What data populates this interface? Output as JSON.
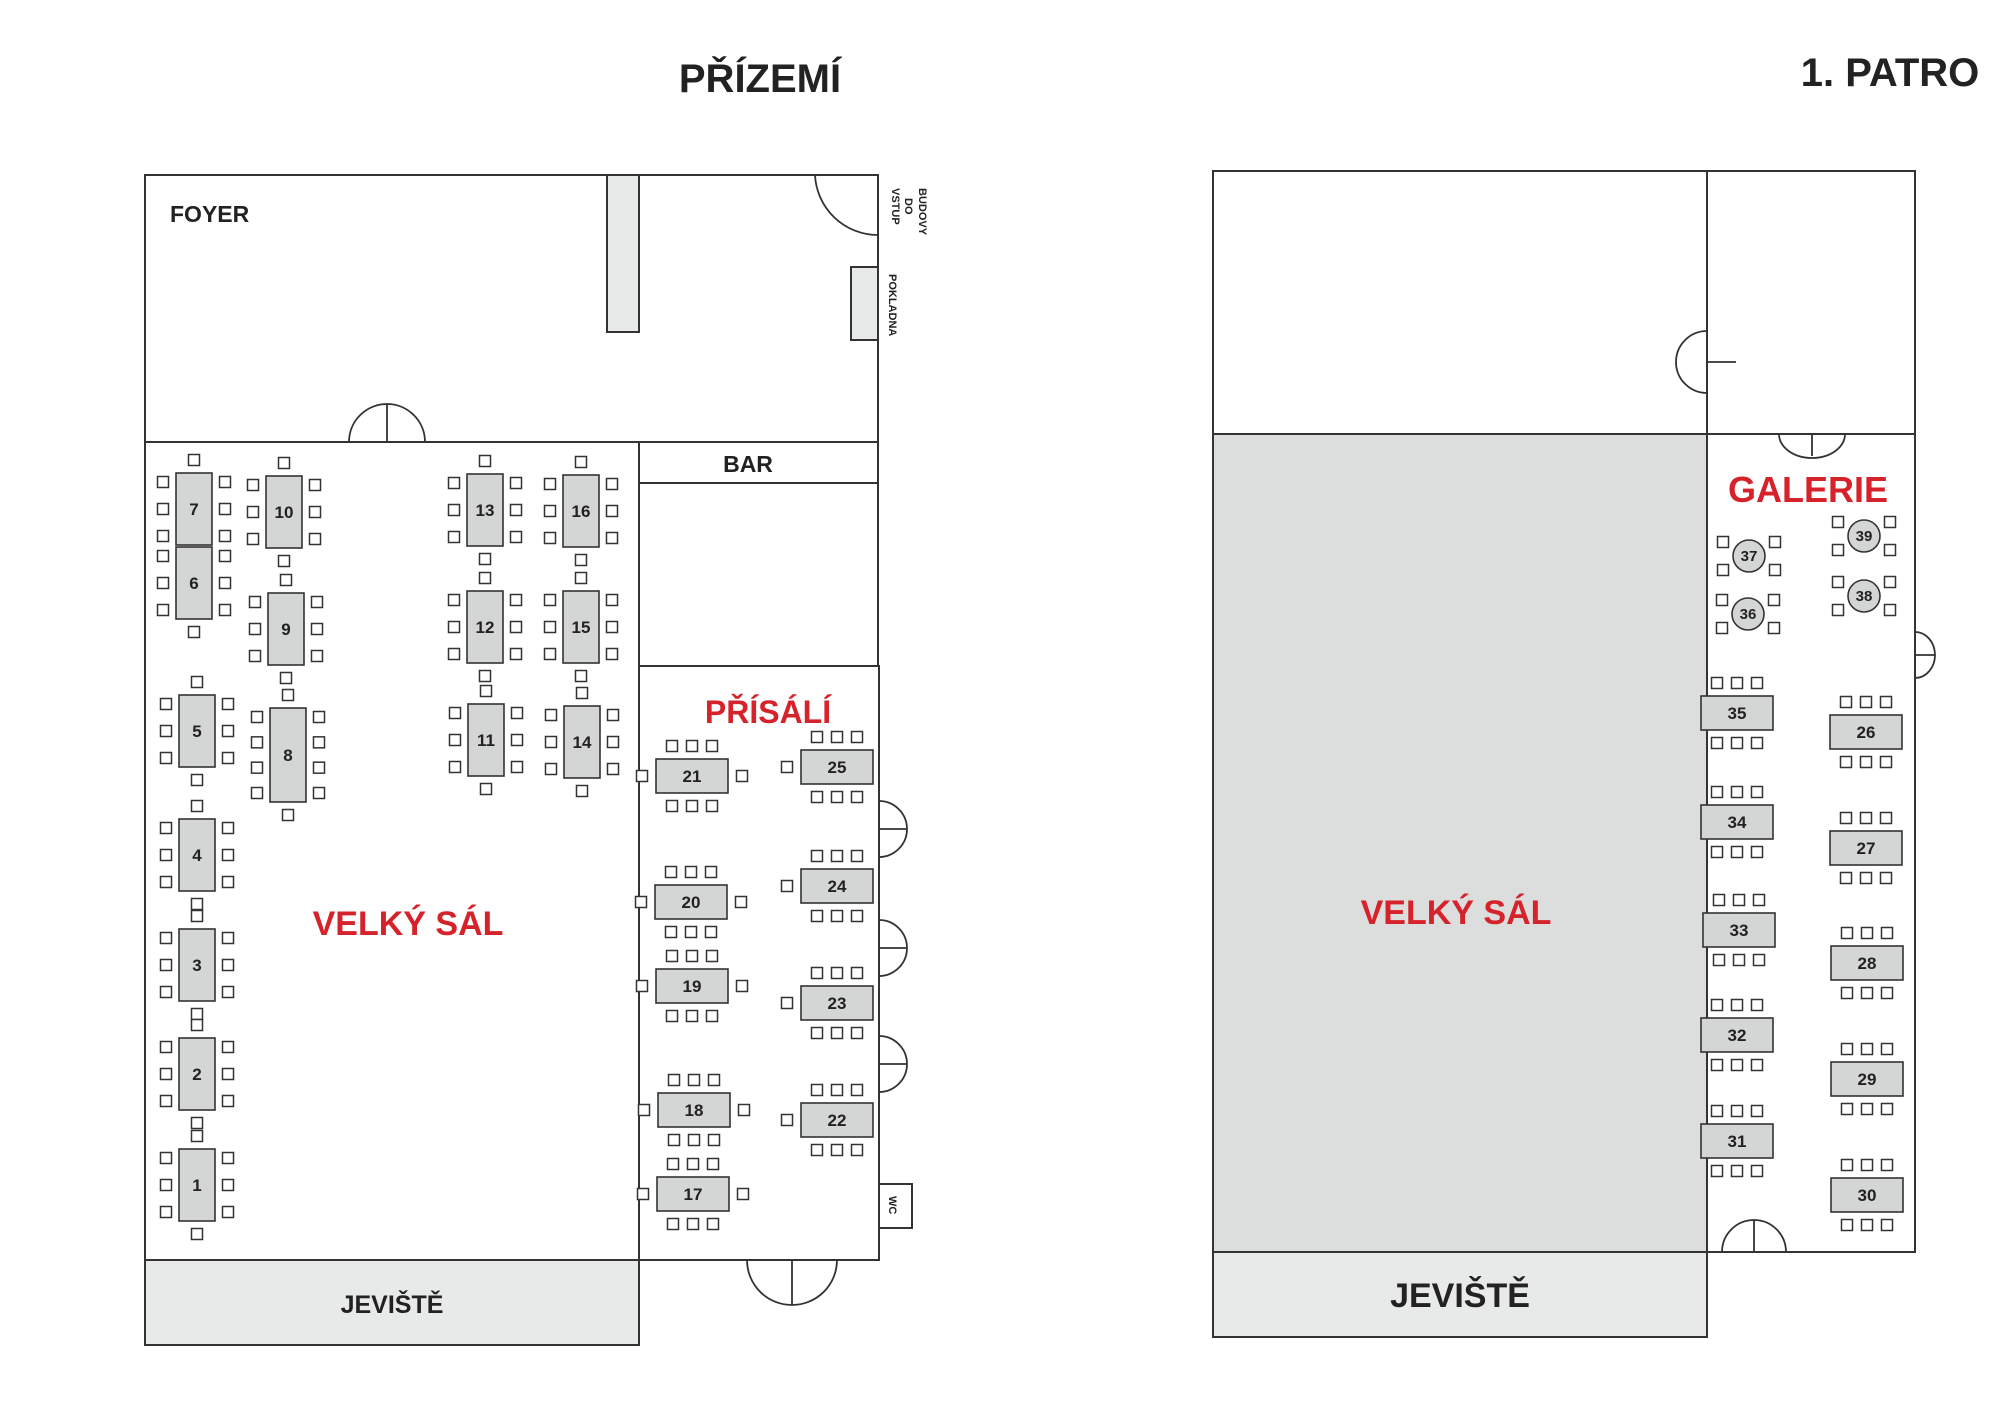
{
  "ground_floor": {
    "title": "PŘÍZEMÍ",
    "rooms": {
      "foyer": "FOYER",
      "entrance": [
        "VSTUP",
        "DO",
        "BUDOVY"
      ],
      "ticket_office": "POKLADNA",
      "bar": "BAR",
      "main_hall": "VELKÝ SÁL",
      "side_hall": "PŘÍSÁLÍ",
      "stage": "JEVIŠTĚ",
      "wc": "WC"
    },
    "tables": [
      "1",
      "2",
      "3",
      "4",
      "5",
      "6",
      "7",
      "8",
      "9",
      "10",
      "11",
      "12",
      "13",
      "14",
      "15",
      "16",
      "17",
      "18",
      "19",
      "20",
      "21",
      "22",
      "23",
      "24",
      "25"
    ]
  },
  "first_floor": {
    "title": "1. PATRO",
    "rooms": {
      "main_hall": "VELKÝ SÁL",
      "gallery": "GALERIE",
      "stage": "JEVIŠTĚ"
    },
    "tables": [
      "26",
      "27",
      "28",
      "29",
      "30",
      "31",
      "32",
      "33",
      "34",
      "35",
      "36",
      "37",
      "38",
      "39"
    ]
  },
  "colors": {
    "accent_red": "#d6222a",
    "table_fill": "#d4d5d5",
    "hall_fill": "#dcdddd",
    "line": "#333333"
  }
}
